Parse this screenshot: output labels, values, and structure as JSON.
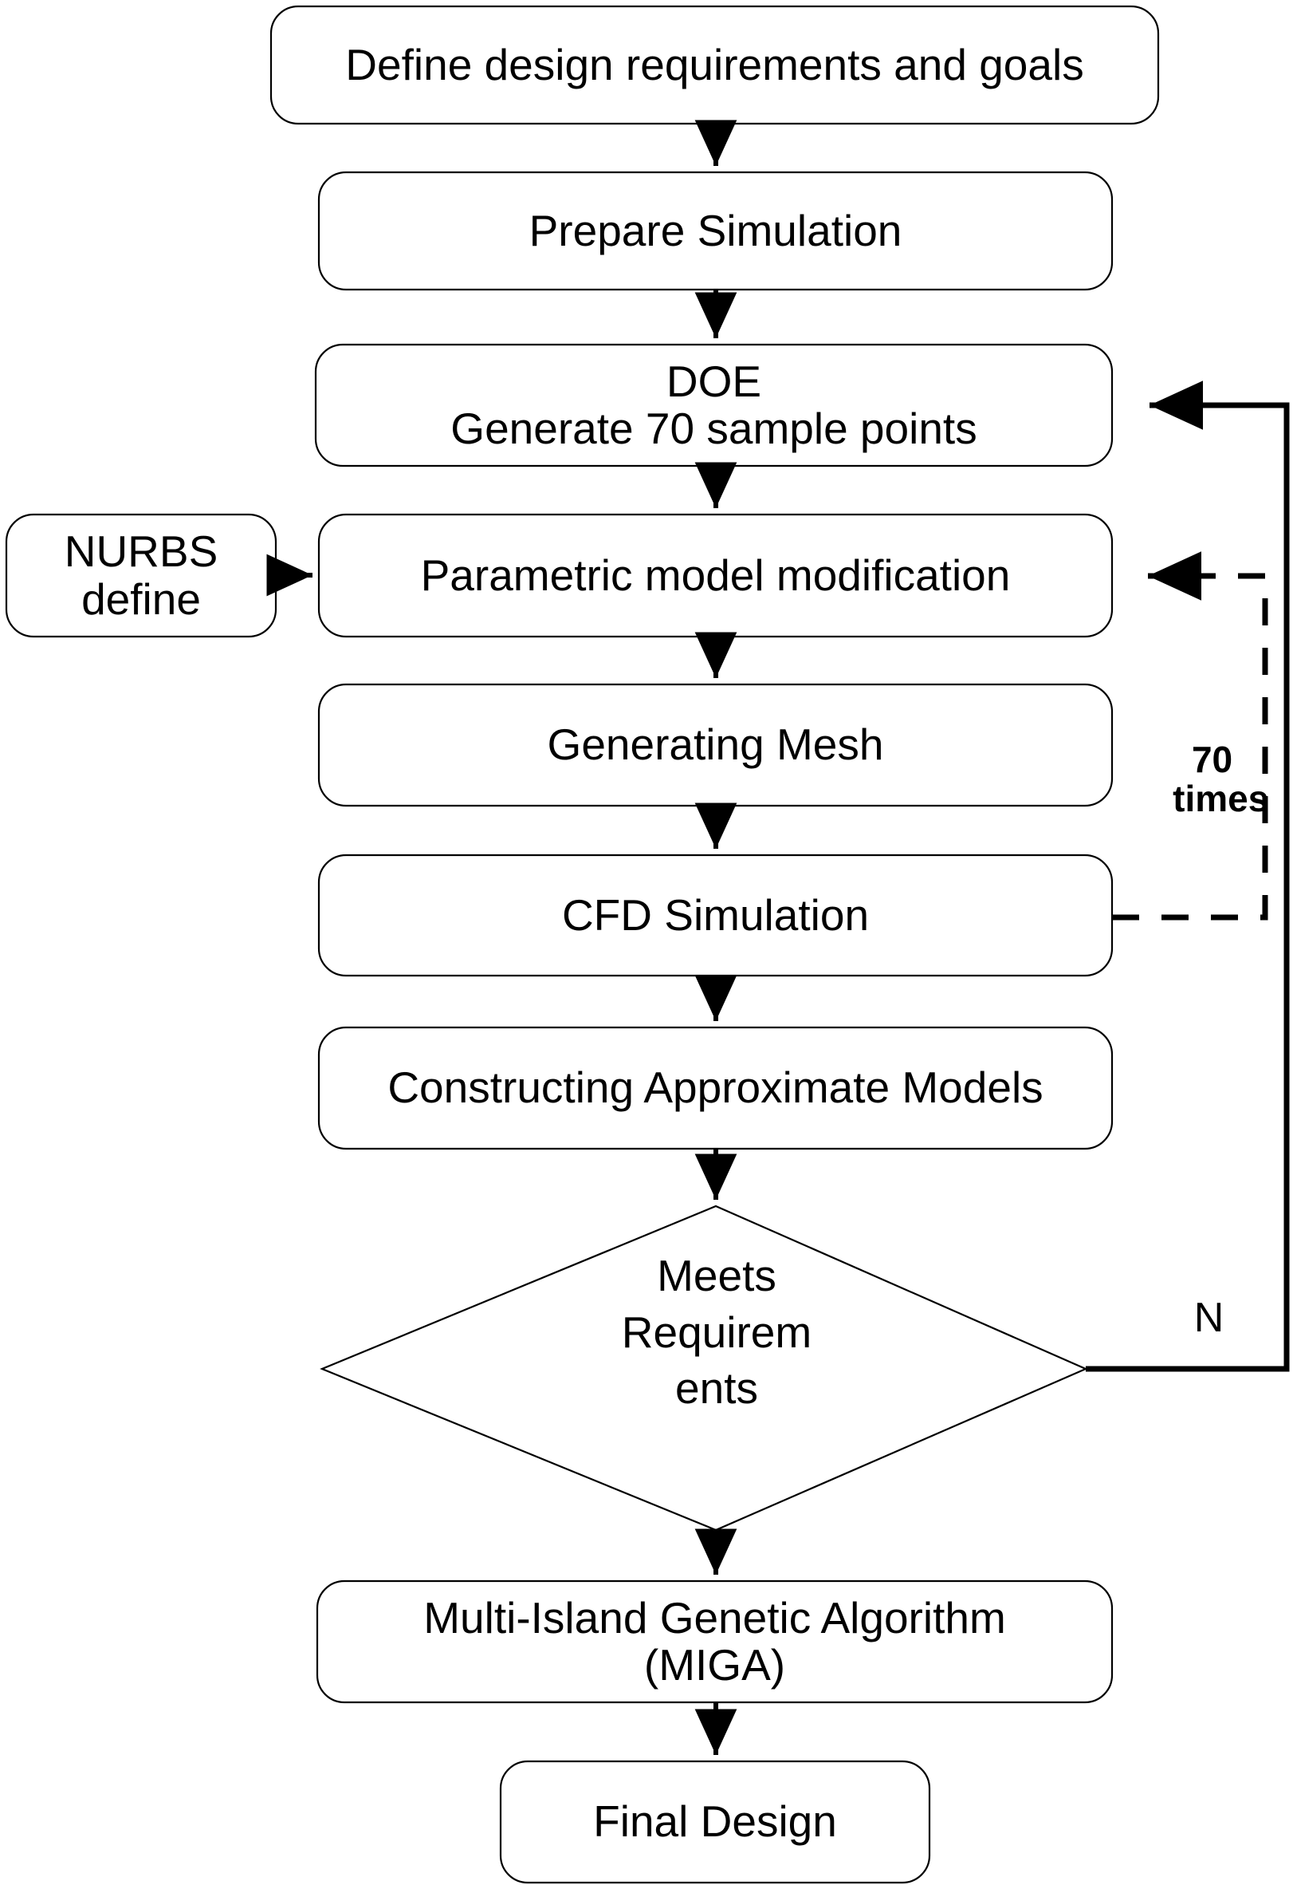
{
  "diagram": {
    "title": "Aerodynamic optimization design workflow flowchart",
    "type": "flowchart",
    "stroke_color": "#000000",
    "fill_color": "#ffffff",
    "nodes": [
      {
        "id": "define-requirements",
        "shape": "rounded-rect",
        "lines": [
          "Define design requirements and goals"
        ]
      },
      {
        "id": "prepare-simulation",
        "shape": "rounded-rect",
        "lines": [
          "Prepare Simulation"
        ]
      },
      {
        "id": "doe",
        "shape": "rounded-rect",
        "lines": [
          "DOE",
          "Generate 70 sample points"
        ]
      },
      {
        "id": "nurbs-define",
        "shape": "rounded-rect",
        "lines": [
          "NURBS",
          "define"
        ]
      },
      {
        "id": "parametric-model-modification",
        "shape": "rounded-rect",
        "lines": [
          "Parametric model modification"
        ]
      },
      {
        "id": "generating-mesh",
        "shape": "rounded-rect",
        "lines": [
          "Generating Mesh"
        ]
      },
      {
        "id": "cfd-simulation",
        "shape": "rounded-rect",
        "lines": [
          "CFD Simulation"
        ]
      },
      {
        "id": "constructing-approximate-models",
        "shape": "rounded-rect",
        "lines": [
          "Constructing Approximate Models"
        ]
      },
      {
        "id": "meets-requirements",
        "shape": "diamond",
        "lines": [
          "Meets",
          "Requirem",
          "ents"
        ]
      },
      {
        "id": "miga",
        "shape": "rounded-rect",
        "lines": [
          "Multi-Island Genetic Algorithm",
          "(MIGA)"
        ]
      },
      {
        "id": "final-design",
        "shape": "rounded-rect",
        "lines": [
          "Final Design"
        ]
      }
    ],
    "edge_labels": {
      "loop_70_times": "70\ntimes",
      "loop_70_times_line1": "70",
      "loop_70_times_line2": "times",
      "decision_no": "N"
    }
  }
}
